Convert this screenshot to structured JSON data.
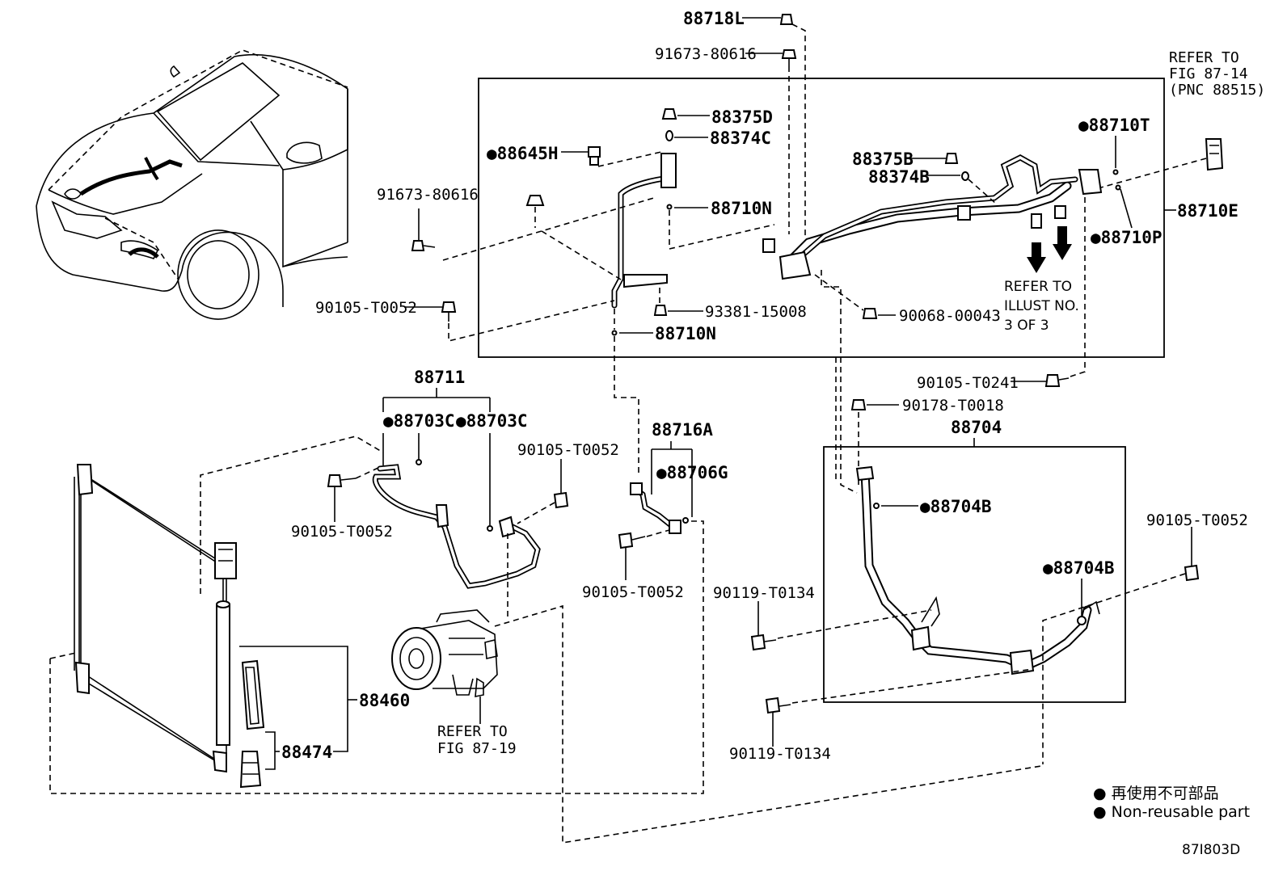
{
  "labels": {
    "p88718L": "88718L",
    "p91673_top": "91673-80616",
    "p88375D": "88375D",
    "p88374C": "88374C",
    "p88645H": "●88645H",
    "p91673_left": "91673-80616",
    "p88710N_a": "88710N",
    "p88710N_b": "88710N",
    "p90105_a": "90105-T0052",
    "p93381": "93381-15008",
    "p88375B": "88375B",
    "p88374B": "88374B",
    "p88710T": "●88710T",
    "p88710E": "88710E",
    "p88710P": "●88710P",
    "p90068": "90068-00043",
    "p90105_T0241": "90105-T0241",
    "p90178": "90178-T0018",
    "p88711": "88711",
    "p88703C_a": "●88703C",
    "p88703C_b": "●88703C",
    "p90105_b": "90105-T0052",
    "p90105_c": "90105-T0052",
    "p88716A": "88716A",
    "p88706G": "●88706G",
    "p90105_d": "90105-T0052",
    "p88704": "88704",
    "p88704B_a": "●88704B",
    "p88704B_b": "●88704B",
    "p90105_e": "90105-T0052",
    "p90119_a": "90119-T0134",
    "p90119_b": "90119-T0134",
    "p88460": "88460",
    "p88474": "88474"
  },
  "notes": {
    "refer_fig_line1": "REFER TO",
    "refer_fig_line2": "FIG 87-14",
    "refer_fig_line3": "(PNC 88515)",
    "refer_illust_line1": "REFER TO",
    "refer_illust_line2": "ILLUST NO.",
    "refer_illust_line3": "3 OF 3",
    "refer_comp_line1": "REFER TO",
    "refer_comp_line2": "FIG 87-19"
  },
  "legend": {
    "line1": "● 再使用不可部品",
    "line2": "● Non-reusable part"
  },
  "diagram_code": "87I803D"
}
